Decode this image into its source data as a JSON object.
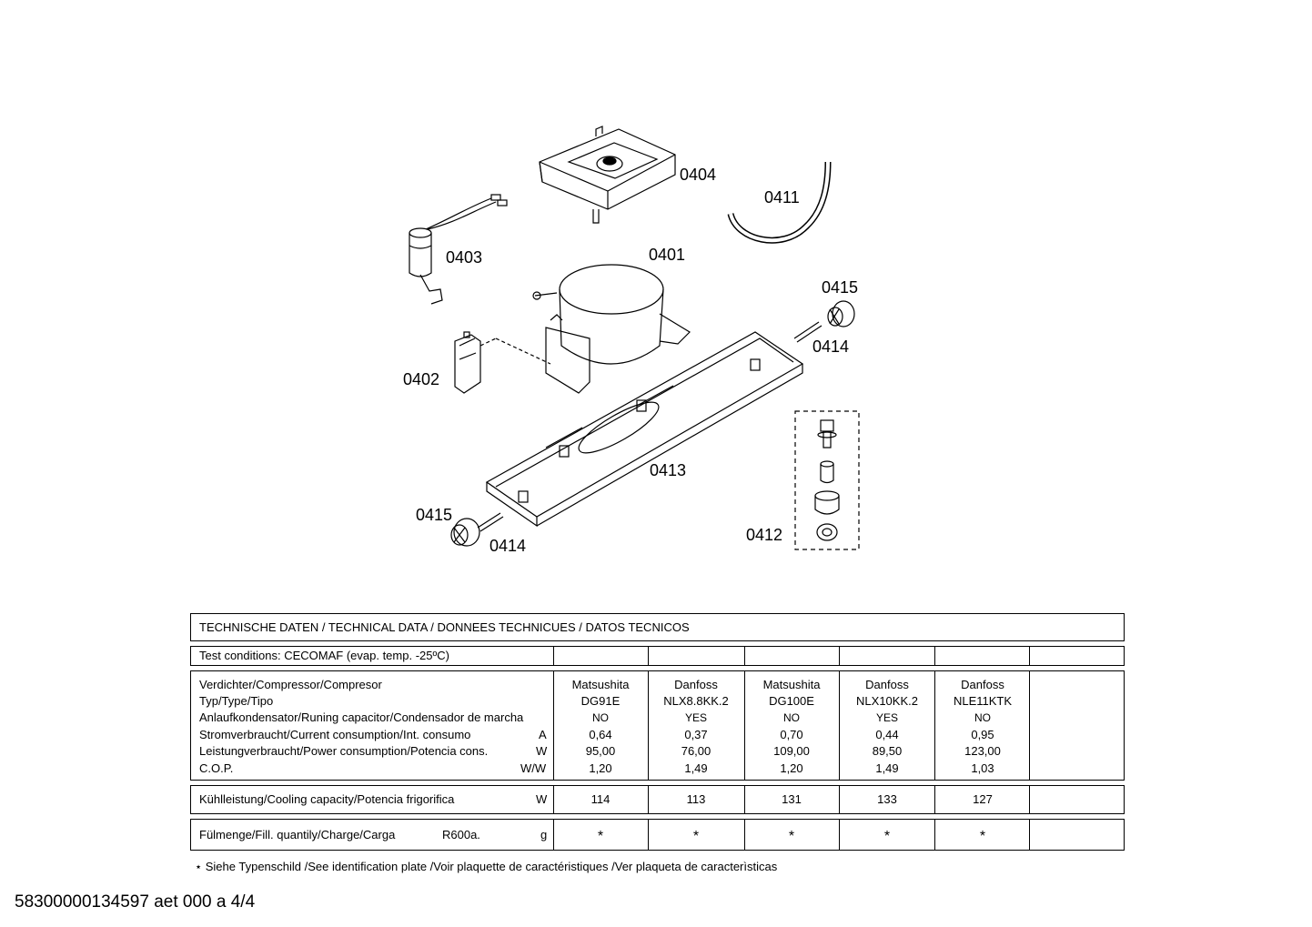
{
  "parts": [
    {
      "id": "p0404",
      "label": "0404"
    },
    {
      "id": "p0411",
      "label": "0411"
    },
    {
      "id": "p0403",
      "label": "0403"
    },
    {
      "id": "p0401",
      "label": "0401"
    },
    {
      "id": "p0415a",
      "label": "0415"
    },
    {
      "id": "p0414a",
      "label": "0414"
    },
    {
      "id": "p0402",
      "label": "0402"
    },
    {
      "id": "p0413",
      "label": "0413"
    },
    {
      "id": "p0415b",
      "label": "0415"
    },
    {
      "id": "p0414b",
      "label": "0414"
    },
    {
      "id": "p0412",
      "label": "0412"
    }
  ],
  "table": {
    "title": "TECHNISCHE DATEN / TECHNICAL DATA / DONNEES TECHNICUES / DATOS TECNICOS",
    "test_conditions": "Test conditions:  CECOMAF (evap. temp. -25ºC)",
    "rows_main": [
      {
        "label": "Verdichter/Compressor/Compresor",
        "unit": ""
      },
      {
        "label": "Typ/Type/Tipo",
        "unit": ""
      },
      {
        "label": "Anlaufkondensator/Runing capacitor/Condensador de marcha",
        "unit": ""
      },
      {
        "label": "Stromverbraucht/Current consumption/Int. consumo",
        "unit": "A"
      },
      {
        "label": "Leistungverbraucht/Power consumption/Potencia cons.",
        "unit": "W"
      },
      {
        "label": "C.O.P.",
        "unit": "W/W"
      }
    ],
    "columns": [
      {
        "maker": "Matsushita",
        "type": "DG91E",
        "capacitor": "NO",
        "current": "0,64",
        "power": "95,00",
        "cop": "1,20",
        "cooling": "114",
        "charge": "*"
      },
      {
        "maker": "Danfoss",
        "type": "NLX8.8KK.2",
        "capacitor": "YES",
        "current": "0,37",
        "power": "76,00",
        "cop": "1,49",
        "cooling": "113",
        "charge": "*"
      },
      {
        "maker": "Matsushita",
        "type": "DG100E",
        "capacitor": "NO",
        "current": "0,70",
        "power": "109,00",
        "cop": "1,20",
        "cooling": "131",
        "charge": "*"
      },
      {
        "maker": "Danfoss",
        "type": "NLX10KK.2",
        "capacitor": "YES",
        "current": "0,44",
        "power": "89,50",
        "cop": "1,49",
        "cooling": "133",
        "charge": "*"
      },
      {
        "maker": "Danfoss",
        "type": "NLE11KTK",
        "capacitor": "NO",
        "current": "0,95",
        "power": "123,00",
        "cop": "1,03",
        "cooling": "127",
        "charge": "*"
      }
    ],
    "cooling_label": "Kühlleistung/Cooling capacity/Potencia frigorifica",
    "cooling_unit": "W",
    "charge_label": "Fülmenge/Fill. quantily/Charge/Carga",
    "charge_refrigerant": "R600a.",
    "charge_unit": "g"
  },
  "footnote": "⋆ Siehe Typenschild /See identification plate /Voir plaquette de caractéristiques /Ver plaqueta de caracterìsticas",
  "doc_id": "58300000134597 aet 000 a 4/4"
}
